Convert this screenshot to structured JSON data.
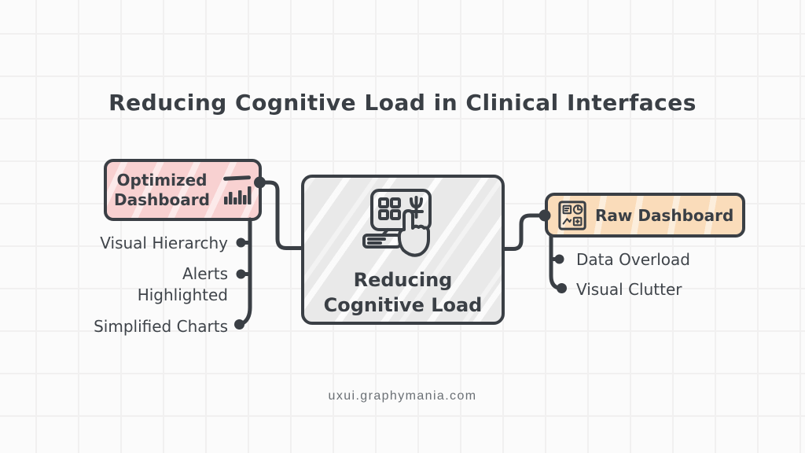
{
  "title": "Reducing Cognitive Load in Clinical Interfaces",
  "center_node": {
    "icon": "touch-screen-icon",
    "label_line1": "Reducing",
    "label_line2": "Cognitive Load"
  },
  "left_branch": {
    "label": "Optimized Dashboard",
    "icon": "bar-chart-icon",
    "fill_color": "#f8d1d1",
    "items": [
      "Visual Hierarchy",
      "Alerts Highlighted",
      "Simplified Charts"
    ]
  },
  "right_branch": {
    "label": "Raw Dashboard",
    "icon": "dashboard-grid-icon",
    "fill_color": "#fadcba",
    "items": [
      "Data Overload",
      "Visual Clutter"
    ]
  },
  "footer": {
    "website": "uxui.graphymania.com"
  },
  "colors": {
    "ink": "#3a3f45",
    "center_fill": "#e9e9e9",
    "background": "#fbfbfb"
  }
}
